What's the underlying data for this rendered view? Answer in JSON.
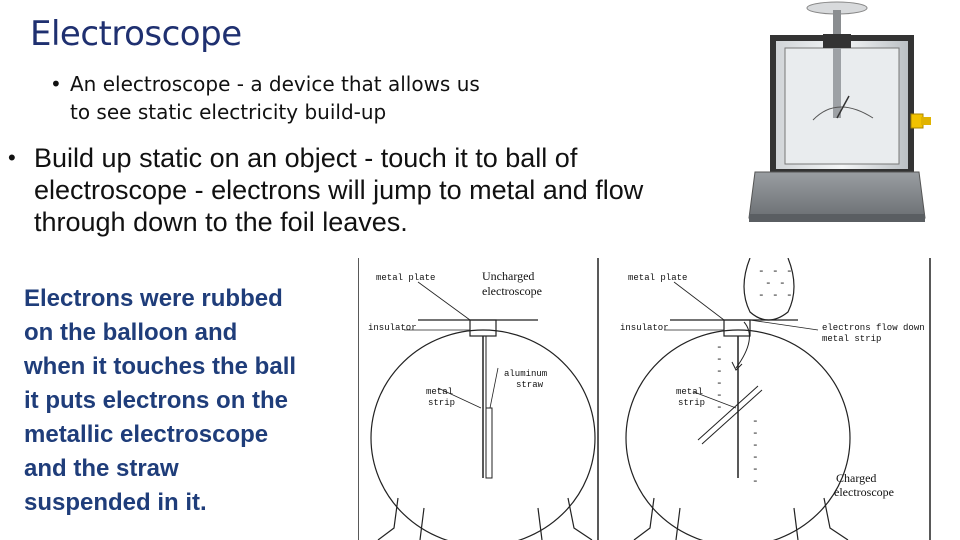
{
  "title": "Electroscope",
  "bullets": {
    "sub": "An electroscope - a device that allows us to see static electricity build-up",
    "sub_line1": "An electroscope - a device that allows us",
    "sub_line2": "to see static electricity build-up",
    "main_line1": "Build up static on an object - touch it to ball of",
    "main_line2": "electroscope - electrons will jump to metal and flow",
    "main_line3": "through down to the foil leaves."
  },
  "bullet_symbol": "•",
  "blue_text_lines": [
    "Electrons were rubbed",
    "on the balloon and",
    "when it touches the ball",
    "it puts electrons on the",
    "metallic electroscope",
    "and the straw",
    "suspended in it."
  ],
  "diagram_left": {
    "caption_line1": "Uncharged",
    "caption_line2": "electroscope",
    "label_plate": "metal plate",
    "label_insulator": "insulator",
    "label_strip_line1": "metal",
    "label_strip_line2": "strip",
    "label_straw_line1": "aluminum",
    "label_straw_line2": "straw"
  },
  "diagram_right": {
    "caption_line1": "Charged",
    "caption_line2": "electroscope",
    "label_plate": "metal plate",
    "label_insulator": "insulator",
    "label_strip_line1": "metal",
    "label_strip_line2": "strip",
    "label_flow_line1": "electrons flow down",
    "label_flow_line2": "metal strip",
    "charge_symbol": "-"
  },
  "colors": {
    "title": "#1f3070",
    "blue_text": "#1f3d7a",
    "knob": "#f2c200"
  }
}
